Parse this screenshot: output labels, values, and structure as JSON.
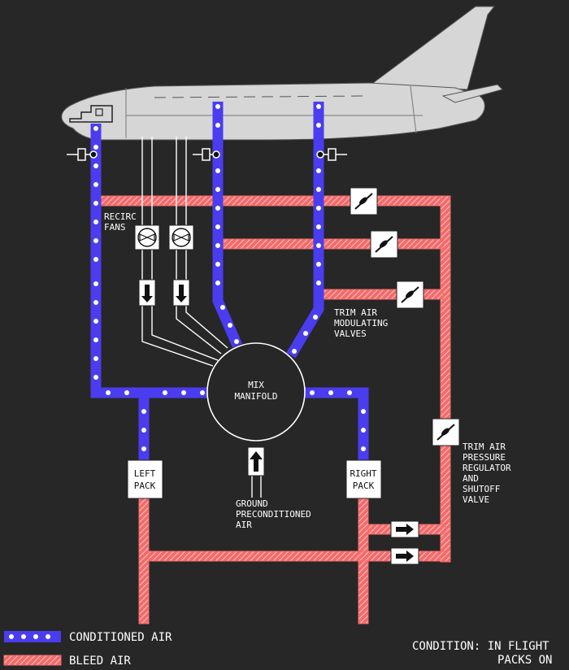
{
  "colors": {
    "background": "#272727",
    "conditioned_air": "#4a3df0",
    "conditioned_dot": "#ffffff",
    "bleed_air": "#f26b6b",
    "bleed_fill": "#ffb3b3",
    "fuselage": "#d6d6d6"
  },
  "labels": {
    "recirc_fans": [
      "RECIRC",
      "FANS"
    ],
    "trim_air_modulating_valves": [
      "TRIM AIR",
      "MODULATING",
      "VALVES"
    ],
    "mix_manifold": [
      "MIX",
      "MANIFOLD"
    ],
    "trim_air_pressure_regulator": [
      "TRIM AIR",
      "PRESSURE",
      "REGULATOR",
      "AND",
      "SHUTOFF",
      "VALVE"
    ],
    "left_pack": [
      "LEFT",
      "PACK"
    ],
    "right_pack": [
      "RIGHT",
      "PACK"
    ],
    "ground_preconditioned_air": [
      "GROUND",
      "PRECONDITIONED",
      "AIR"
    ]
  },
  "legend": {
    "conditioned_air": "CONDITIONED AIR",
    "bleed_air": "BLEED AIR"
  },
  "condition": {
    "line1": "CONDITION: IN FLIGHT",
    "line2": "PACKS ON"
  },
  "icons": {
    "recirc_fan": "fan-icon",
    "valve": "butterfly-valve-icon",
    "check_valve": "arrow-right-icon",
    "flow_arrow": "arrow-icon"
  }
}
